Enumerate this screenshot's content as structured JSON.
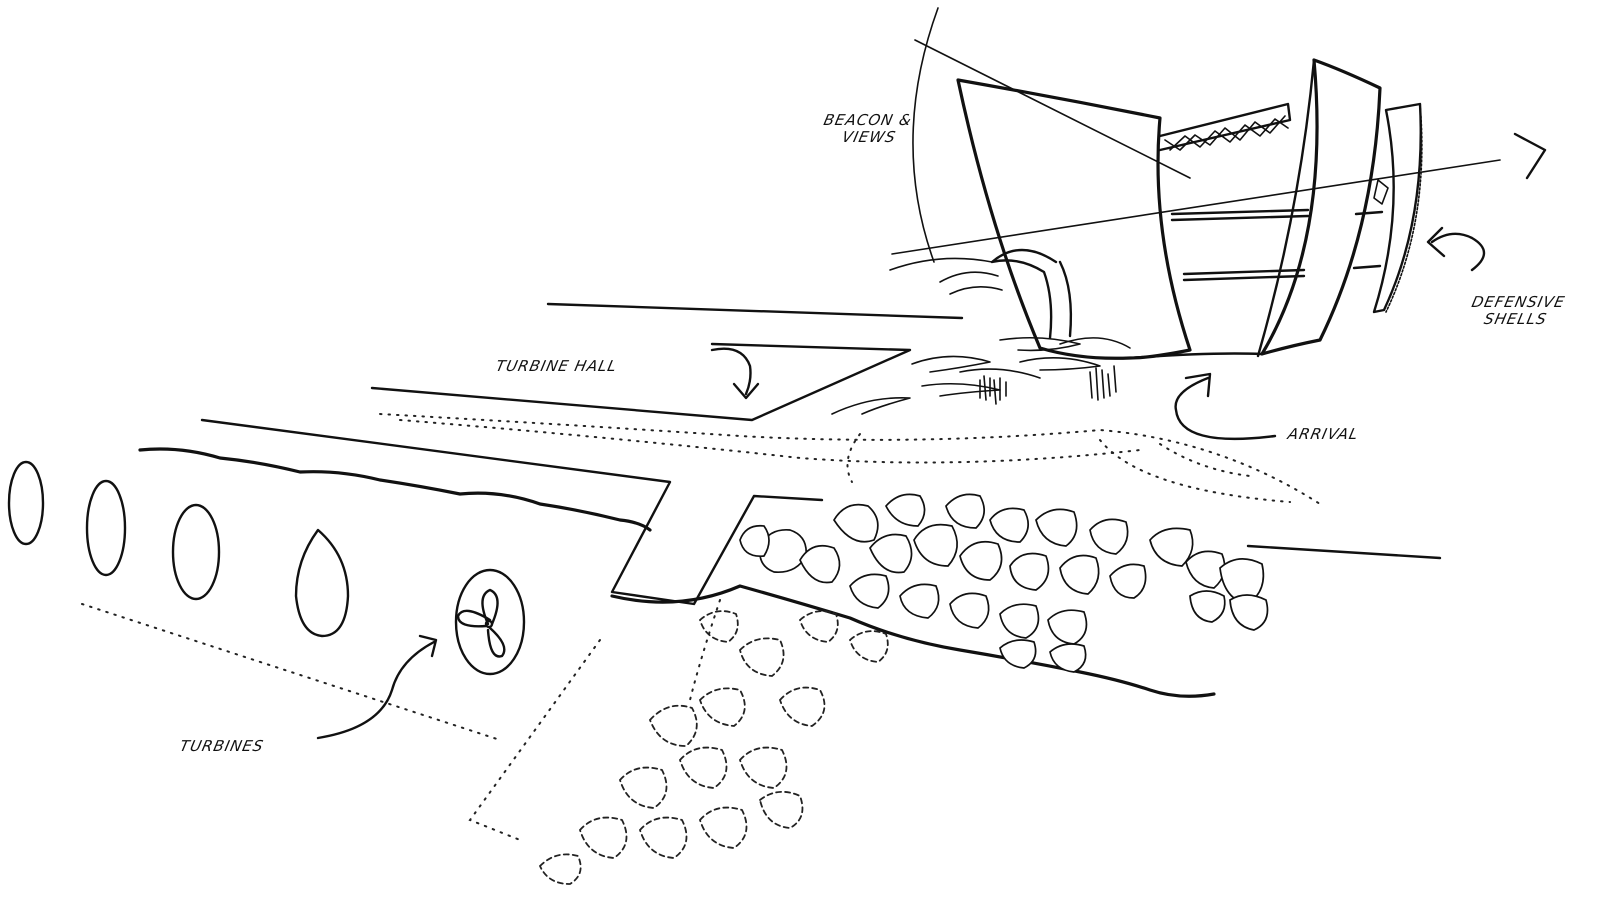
{
  "sketch": {
    "ink_color": "#111111",
    "paper_color": "#ffffff"
  },
  "labels": {
    "beacon_views_line1": "BEACON &",
    "beacon_views_line2": "VIEWS",
    "turbine_hall": "TURBINE HALL",
    "defensive_shells_line1": "DEFENSIVE",
    "defensive_shells_line2": "SHELLS",
    "arrival": "ARRIVAL",
    "turbines": "TURBINES"
  }
}
